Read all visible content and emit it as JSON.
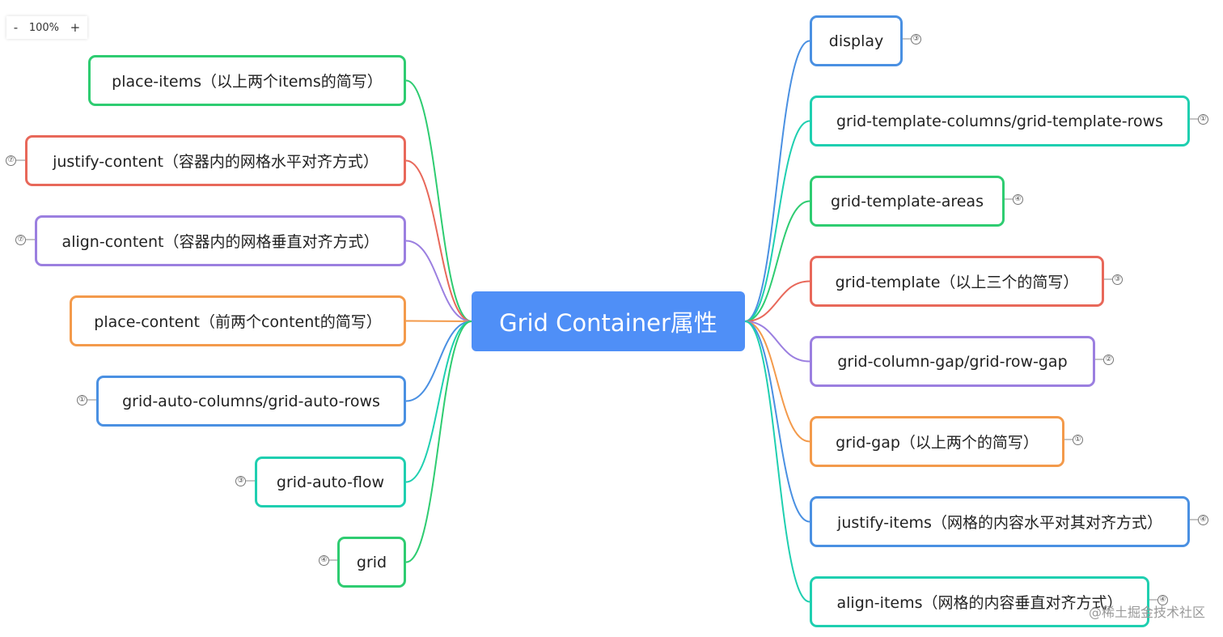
{
  "zoom": {
    "minus": "-",
    "level": "100%",
    "plus": "+"
  },
  "center": {
    "label": "Grid Container属性",
    "color": "#4f8ff7"
  },
  "left_nodes": [
    {
      "label": "place-items（以上两个items的简写）",
      "color": "#2ecc71",
      "badge": ""
    },
    {
      "label": "justify-content（容器内的网格水平对齐方式）",
      "color": "#e8685a",
      "badge": "⑦"
    },
    {
      "label": "align-content（容器内的网格垂直对齐方式）",
      "color": "#9b7fe0",
      "badge": "⑦"
    },
    {
      "label": "place-content（前两个content的简写）",
      "color": "#f39a4b",
      "badge": ""
    },
    {
      "label": "grid-auto-columns/grid-auto-rows",
      "color": "#4a90e2",
      "badge": "①"
    },
    {
      "label": "grid-auto-flow",
      "color": "#1fcfb0",
      "badge": "③"
    },
    {
      "label": "grid",
      "color": "#2ecc71",
      "badge": "④"
    }
  ],
  "right_nodes": [
    {
      "label": "display",
      "color": "#4a90e2",
      "badge": "③"
    },
    {
      "label": "grid-template-columns/grid-template-rows",
      "color": "#1fcfb0",
      "badge": "①"
    },
    {
      "label": "grid-template-areas",
      "color": "#2ecc71",
      "badge": "④"
    },
    {
      "label": "grid-template（以上三个的简写）",
      "color": "#e8685a",
      "badge": "③"
    },
    {
      "label": "grid-column-gap/grid-row-gap",
      "color": "#9b7fe0",
      "badge": "②"
    },
    {
      "label": "grid-gap（以上两个的简写）",
      "color": "#f39a4b",
      "badge": "①"
    },
    {
      "label": "justify-items（网格的内容水平对其对齐方式）",
      "color": "#4a90e2",
      "badge": "④"
    },
    {
      "label": "align-items（网格的内容垂直对齐方式）",
      "color": "#1fcfb0",
      "badge": "④"
    }
  ],
  "watermark": "@稀土掘金技术社区"
}
